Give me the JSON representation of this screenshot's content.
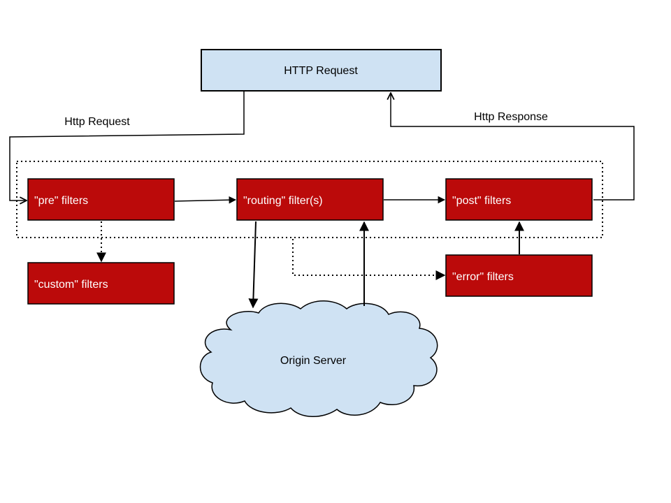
{
  "colors": {
    "request_box": "#cfe2f3",
    "filter_box": "#bb0a0a",
    "cloud": "#cfe2f3",
    "line": "#000000"
  },
  "nodes": {
    "http_request_box": "HTTP Request",
    "pre_filters": "\"pre\" filters",
    "routing_filters": "\"routing\" filter(s)",
    "post_filters": "\"post\" filters",
    "custom_filters": "\"custom\" filters",
    "error_filters": "\"error\" filters",
    "origin_server": "Origin Server"
  },
  "edge_labels": {
    "http_request": "Http Request",
    "http_response": "Http Response"
  }
}
